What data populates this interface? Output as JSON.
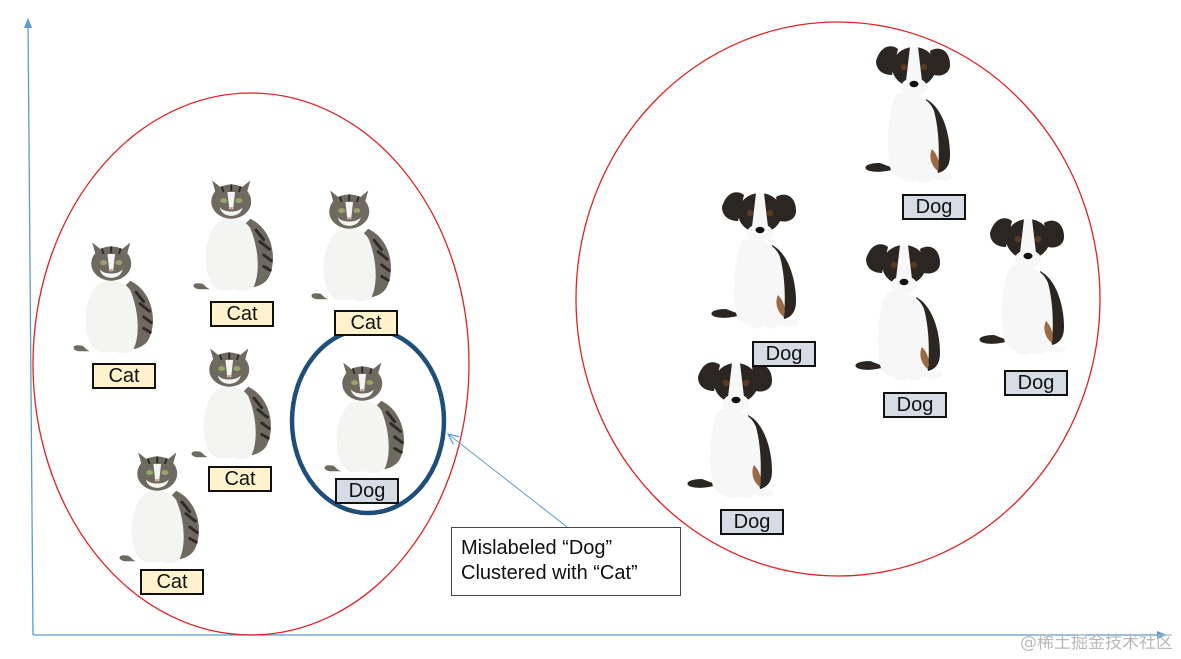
{
  "colors": {
    "axis": "#5b9bd5",
    "cluster_outline": "#e02424",
    "highlight_ring": "#1f4e79",
    "callout_line": "#5b9bd5",
    "cat_label_bg": "#fff2cc",
    "dog_label_bg": "#d6dce4",
    "cat_fur_white": "#f4f4f2",
    "cat_fur_tabby": "#6f6a5f",
    "cat_stripes": "#2e2a25",
    "dog_fur_white": "#f7f7f7",
    "dog_fur_dark": "#2b2622",
    "dog_tan": "#9a6a43"
  },
  "clusters": [
    {
      "name": "cat-cluster",
      "animals": [
        {
          "kind": "cat",
          "label": "Cat"
        },
        {
          "kind": "cat",
          "label": "Cat"
        },
        {
          "kind": "cat",
          "label": "Cat"
        },
        {
          "kind": "cat",
          "label": "Cat"
        },
        {
          "kind": "cat",
          "label": "Cat"
        },
        {
          "kind": "cat",
          "label": "Dog",
          "mislabeled": true
        }
      ]
    },
    {
      "name": "dog-cluster",
      "animals": [
        {
          "kind": "dog",
          "label": "Dog"
        },
        {
          "kind": "dog",
          "label": "Dog"
        },
        {
          "kind": "dog",
          "label": "Dog"
        },
        {
          "kind": "dog",
          "label": "Dog"
        },
        {
          "kind": "dog",
          "label": "Dog"
        }
      ]
    }
  ],
  "callout": {
    "line1": "Mislabeled “Dog”",
    "line2": "Clustered with “Cat”"
  },
  "watermark": "@稀土掘金技术社区"
}
